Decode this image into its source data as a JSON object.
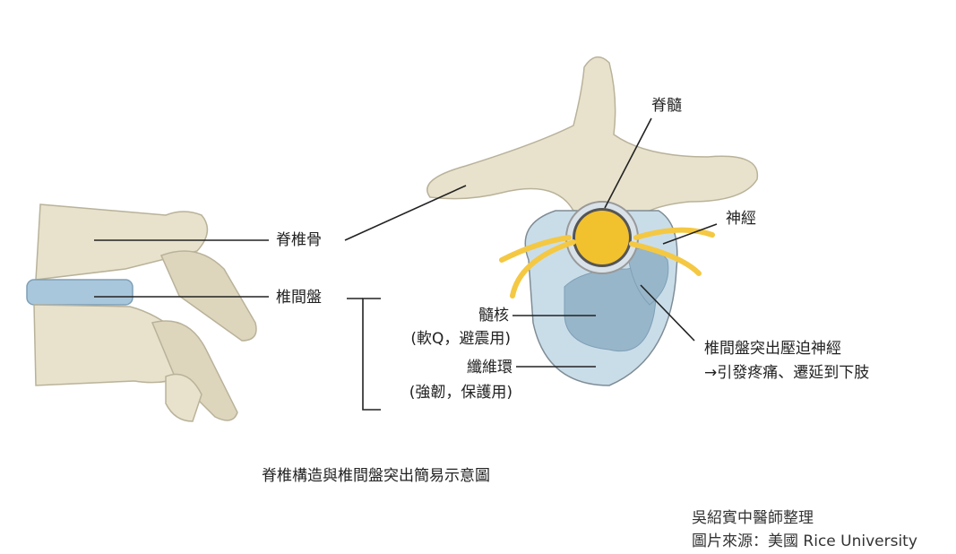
{
  "labels": {
    "spinal_cord": "脊髓",
    "nerve": "神經",
    "vertebra": "脊椎骨",
    "disc": "椎間盤",
    "nucleus": "髓核",
    "nucleus_desc": "(軟Q，避震用)",
    "annulus": "纖維環",
    "annulus_desc": "(強韌，保護用)",
    "herniation_line1": "椎間盤突出壓迫神經",
    "herniation_line2": "→引發疼痛、遷延到下肢"
  },
  "caption": "脊椎構造與椎間盤突出簡易示意圖",
  "credits": {
    "author": "吳紹賓中醫師整理",
    "source": "圖片來源：美國 Rice University"
  },
  "colors": {
    "bone": "#e8e2cc",
    "disc": "#a9c7dc",
    "spinal_cord": "#f2c12e",
    "nerve": "#f4c842",
    "leader_line": "#222222"
  }
}
